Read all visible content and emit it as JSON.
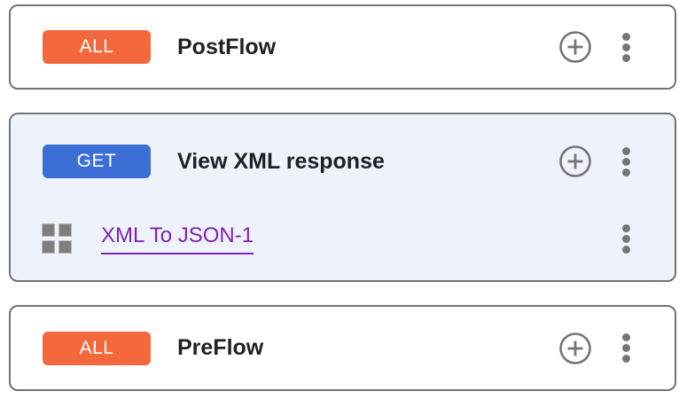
{
  "app": "api-proxy-flow-editor",
  "colors": {
    "badge_all": "#f4683d",
    "badge_get": "#3b6fd6",
    "policy_link": "#7c24b8",
    "icon_gray": "#757575",
    "card_border": "#6e7377",
    "selected_card_bg": "#eef2fb",
    "title_text": "#202124"
  },
  "icons": {
    "add": "add-circle-outline-icon",
    "more": "more-vert-icon",
    "policy": "policy-grid-icon"
  },
  "flows": [
    {
      "method_badge": "ALL",
      "name": "PostFlow",
      "selected": false
    },
    {
      "method_badge": "GET",
      "name": "View XML response",
      "selected": true,
      "policies": [
        {
          "name": "XML To JSON-1"
        }
      ]
    },
    {
      "method_badge": "ALL",
      "name": "PreFlow",
      "selected": false
    }
  ]
}
